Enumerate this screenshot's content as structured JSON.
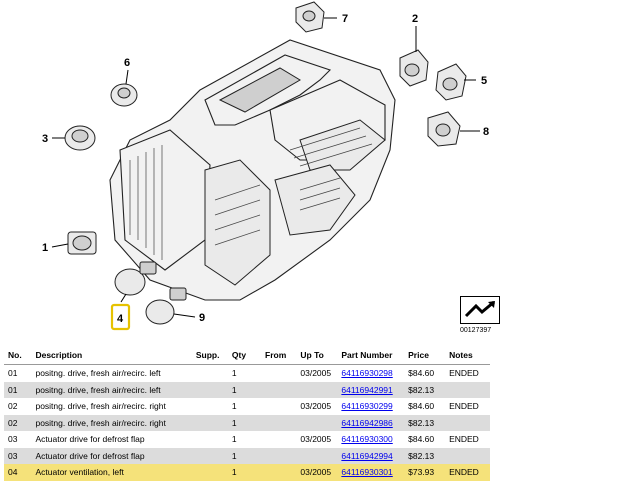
{
  "diagram": {
    "callouts": [
      "1",
      "2",
      "3",
      "4",
      "5",
      "6",
      "7",
      "8",
      "9"
    ],
    "highlighted_callout": "4",
    "reference_number": "00127397",
    "highlight_color": "#f5e27a",
    "link_color": "#0000ee"
  },
  "table": {
    "headers": {
      "no": "No.",
      "description": "Description",
      "supp": "Supp.",
      "qty": "Qty",
      "from": "From",
      "up_to": "Up To",
      "part_number": "Part Number",
      "price": "Price",
      "notes": "Notes"
    },
    "rows": [
      {
        "no": "01",
        "description": "positng. drive, fresh air/recirc. left",
        "supp": "",
        "qty": "1",
        "from": "",
        "up_to": "03/2005",
        "part_number": "64116930298",
        "price": "$84.60",
        "notes": "ENDED"
      },
      {
        "no": "01",
        "description": "positng. drive, fresh air/recirc. left",
        "supp": "",
        "qty": "1",
        "from": "",
        "up_to": "",
        "part_number": "64116942991",
        "price": "$82.13",
        "notes": ""
      },
      {
        "no": "02",
        "description": "positng. drive, fresh air/recirc. right",
        "supp": "",
        "qty": "1",
        "from": "",
        "up_to": "03/2005",
        "part_number": "64116930299",
        "price": "$84.60",
        "notes": "ENDED"
      },
      {
        "no": "02",
        "description": "positng. drive, fresh air/recirc. right",
        "supp": "",
        "qty": "1",
        "from": "",
        "up_to": "",
        "part_number": "64116942986",
        "price": "$82.13",
        "notes": ""
      },
      {
        "no": "03",
        "description": "Actuator drive for defrost flap",
        "supp": "",
        "qty": "1",
        "from": "",
        "up_to": "03/2005",
        "part_number": "64116930300",
        "price": "$84.60",
        "notes": "ENDED"
      },
      {
        "no": "03",
        "description": "Actuator drive for defrost flap",
        "supp": "",
        "qty": "1",
        "from": "",
        "up_to": "",
        "part_number": "64116942994",
        "price": "$82.13",
        "notes": ""
      },
      {
        "no": "04",
        "description": "Actuator ventilation, left",
        "supp": "",
        "qty": "1",
        "from": "",
        "up_to": "03/2005",
        "part_number": "64116930301",
        "price": "$73.93",
        "notes": "ENDED",
        "selected": true
      }
    ]
  }
}
